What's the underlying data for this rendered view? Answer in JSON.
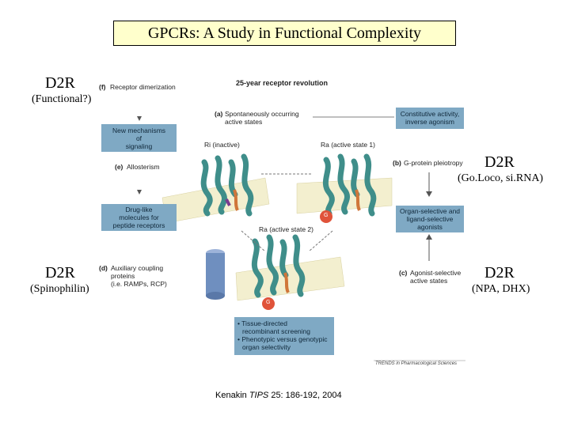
{
  "title": "GPCRs:  A Study in Functional Complexity",
  "annotations": {
    "top_left": {
      "label": "D2R",
      "sub": "(Functional?)"
    },
    "mid_right": {
      "label": "D2R",
      "sub": "(Go.Loco, si.RNA)"
    },
    "bottom_left": {
      "label": "D2R",
      "sub": "(Spinophilin)"
    },
    "bottom_right": {
      "label": "D2R",
      "sub": "(NPA, DHX)"
    }
  },
  "figure": {
    "header": "25-year receptor revolution",
    "f": {
      "letter": "(f)",
      "text": "Receptor dimerization"
    },
    "a": {
      "letter": "(a)",
      "line1": "Spontaneously occurring",
      "line2": "active states"
    },
    "constitutive": {
      "line1": "Constitutive activity,",
      "line2": "inverse agonism"
    },
    "new_mech": {
      "line1": "New mechanisms",
      "line2": "of",
      "line3": "signaling"
    },
    "ri": "Ri (inactive)",
    "ra1": "Ra (active state 1)",
    "e": {
      "letter": "(e)",
      "text": "Allosterism"
    },
    "b": {
      "letter": "(b)",
      "text": "G-protein pleiotropy"
    },
    "druglike": {
      "line1": "Drug-like",
      "line2": "molecules for",
      "line3": "peptide receptors"
    },
    "organ_sel": {
      "line1": "Organ-selective and",
      "line2": "ligand-selective",
      "line3": "agonists"
    },
    "ra2": "Ra (active state 2)",
    "g_label": "G",
    "d": {
      "letter": "(d)",
      "line1": "Auxiliary coupling",
      "line2": "proteins",
      "line3": "(i.e. RAMPs, RCP)"
    },
    "c": {
      "letter": "(c)",
      "line1": "Agonist-selective",
      "line2": "active states"
    },
    "bottom_box": {
      "line1": "• Tissue-directed",
      "line2": "recombinant screening",
      "line3": "• Phenotypic versus genotypic",
      "line4": "organ selectivity"
    },
    "trends": "TRENDS in Pharmacological Sciences"
  },
  "citation": {
    "pre": "Kenakin ",
    "journal": "TIPS",
    "post": " 25: 186-192, 2004"
  },
  "colors": {
    "title_bg": "#ffffcc",
    "box_blue": "#7fa9c4",
    "helix": "#3f8e8a",
    "membrane": "#f3efcf",
    "g_protein": "#e0533a",
    "cylinder": "#6f8fbf"
  }
}
